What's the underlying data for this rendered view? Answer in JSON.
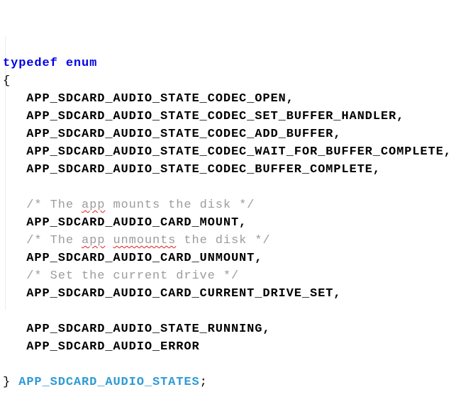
{
  "editor": {
    "language": "c",
    "colors": {
      "background": "#FFFFFF",
      "keyword": "#0000E6",
      "identifier": "#000000",
      "comment": "#9C9C9C",
      "type_name": "#2E9BD6",
      "misspell_underline": "#E11919",
      "indent_guide": "#D8D8D8"
    },
    "misspelled_words": [
      "app",
      "app",
      "unmounts"
    ],
    "lines": [
      [
        {
          "style": "keyword",
          "text": "typedef enum"
        }
      ],
      [
        {
          "style": "punct",
          "text": "{"
        }
      ],
      [
        {
          "style": "code",
          "text": "   APP_SDCARD_AUDIO_STATE_CODEC_OPEN,"
        }
      ],
      [
        {
          "style": "code",
          "text": "   APP_SDCARD_AUDIO_STATE_CODEC_SET_BUFFER_HANDLER,"
        }
      ],
      [
        {
          "style": "code",
          "text": "   APP_SDCARD_AUDIO_STATE_CODEC_ADD_BUFFER,"
        }
      ],
      [
        {
          "style": "code",
          "text": "   APP_SDCARD_AUDIO_STATE_CODEC_WAIT_FOR_BUFFER_COMPLETE,"
        }
      ],
      [
        {
          "style": "code",
          "text": "   APP_SDCARD_AUDIO_STATE_CODEC_BUFFER_COMPLETE,"
        }
      ],
      [],
      [
        {
          "style": "comment",
          "text": "   /* The "
        },
        {
          "style": "comment_misspelled",
          "text": "app"
        },
        {
          "style": "comment",
          "text": " mounts the disk */"
        }
      ],
      [
        {
          "style": "code",
          "text": "   APP_SDCARD_AUDIO_CARD_MOUNT,"
        }
      ],
      [
        {
          "style": "comment",
          "text": "   /* The "
        },
        {
          "style": "comment_misspelled",
          "text": "app"
        },
        {
          "style": "comment",
          "text": " "
        },
        {
          "style": "comment_misspelled",
          "text": "unmounts"
        },
        {
          "style": "comment",
          "text": " the disk */"
        }
      ],
      [
        {
          "style": "code",
          "text": "   APP_SDCARD_AUDIO_CARD_UNMOUNT,"
        }
      ],
      [
        {
          "style": "comment",
          "text": "   /* Set the current drive */"
        }
      ],
      [
        {
          "style": "code",
          "text": "   APP_SDCARD_AUDIO_CARD_CURRENT_DRIVE_SET,"
        }
      ],
      [],
      [
        {
          "style": "code",
          "text": "   APP_SDCARD_AUDIO_STATE_RUNNING,"
        }
      ],
      [
        {
          "style": "code",
          "text": "   APP_SDCARD_AUDIO_ERROR"
        }
      ],
      [],
      [
        {
          "style": "punct",
          "text": "} "
        },
        {
          "style": "type",
          "text": "APP_SDCARD_AUDIO_STATES"
        },
        {
          "style": "punct",
          "text": ";"
        }
      ]
    ]
  }
}
